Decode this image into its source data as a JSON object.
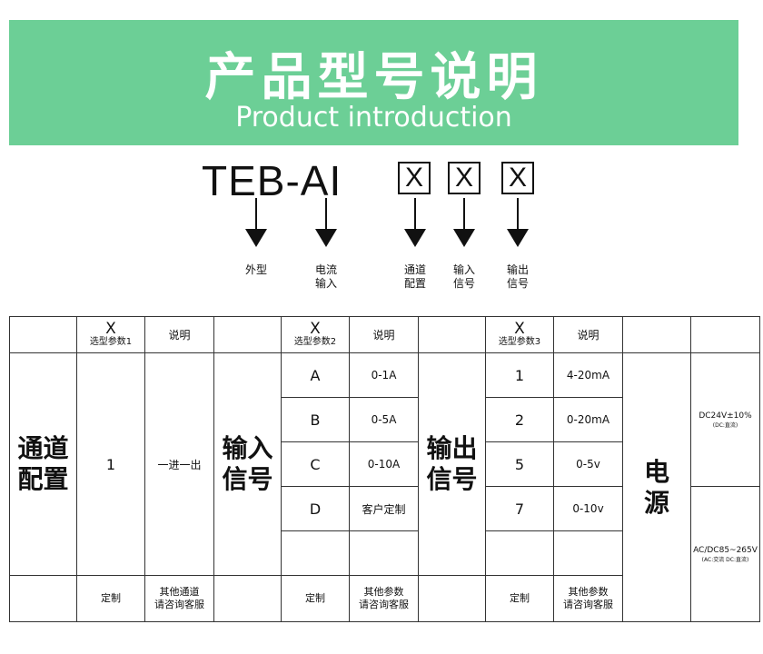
{
  "banner": {
    "title": "产品型号说明",
    "subtitle": "Product introduction"
  },
  "model": {
    "prefix": "TEB-AI",
    "placeholder": "X",
    "arrow_labels": [
      "外型",
      "电流\n输入",
      "通道\n配置",
      "输入\n信号",
      "输出\n信号"
    ]
  },
  "table": {
    "header": {
      "x": "X",
      "param1": "选型参数1",
      "param2": "选型参数2",
      "param3": "选型参数3",
      "desc": "说明"
    },
    "channel": {
      "title": "通道\n配置",
      "code": "1",
      "desc": "一进一出",
      "custom": "定制",
      "note": "其他通道\n请咨询客服"
    },
    "input": {
      "title": "输入\n信号",
      "rows": [
        {
          "code": "A",
          "desc": "0-1A"
        },
        {
          "code": "B",
          "desc": "0-5A"
        },
        {
          "code": "C",
          "desc": "0-10A"
        },
        {
          "code": "D",
          "desc": "客户定制"
        }
      ],
      "custom": "定制",
      "note": "其他参数\n请咨询客服"
    },
    "output": {
      "title": "输出\n信号",
      "rows": [
        {
          "code": "1",
          "desc": "4-20mA"
        },
        {
          "code": "2",
          "desc": "0-20mA"
        },
        {
          "code": "5",
          "desc": "0-5v"
        },
        {
          "code": "7",
          "desc": "0-10v"
        }
      ],
      "custom": "定制",
      "note": "其他参数\n请咨询客服"
    },
    "power": {
      "title": "电\n源",
      "dc": "DC24V±10%",
      "dc_note": "(DC:直流)",
      "ac": "AC/DC85~265V",
      "ac_note": "(AC:交流 DC:直流)"
    }
  },
  "colors": {
    "banner": "#6ccf96",
    "text": "#111111",
    "border": "#333333"
  }
}
